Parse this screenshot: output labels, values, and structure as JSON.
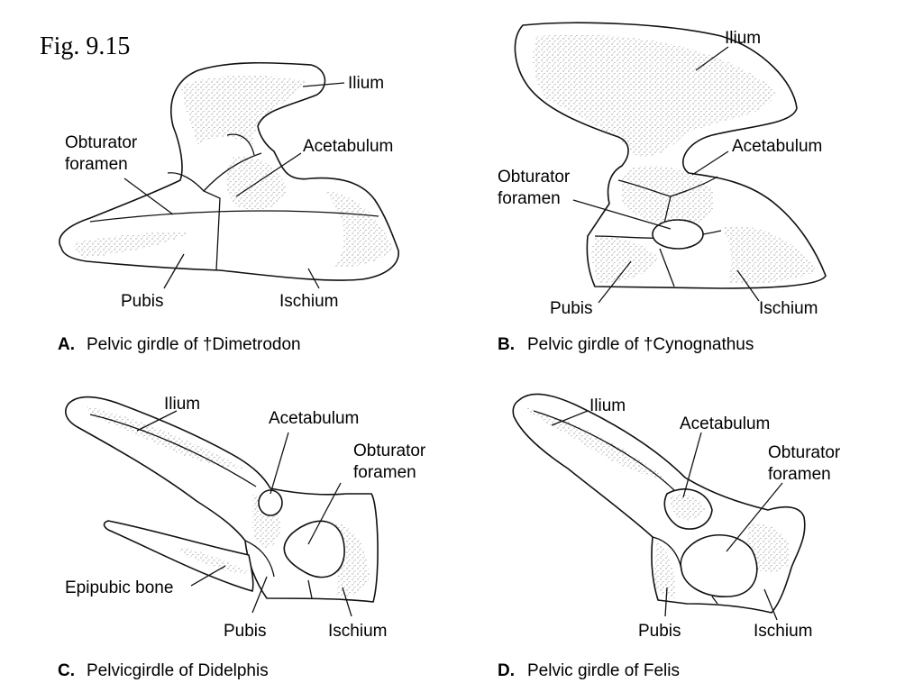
{
  "figure_title": "Fig. 9.15",
  "panels": {
    "a": {
      "letter": "A.",
      "caption": "Pelvic girdle of †Dimetrodon",
      "labels": {
        "ilium": "Ilium",
        "obturator_1": "Obturator",
        "obturator_2": "foramen",
        "acetabulum": "Acetabulum",
        "pubis": "Pubis",
        "ischium": "Ischium"
      }
    },
    "b": {
      "letter": "B.",
      "caption": "Pelvic girdle of †Cynognathus",
      "labels": {
        "ilium": "Ilium",
        "acetabulum": "Acetabulum",
        "obturator_1": "Obturator",
        "obturator_2": "foramen",
        "pubis": "Pubis",
        "ischium": "Ischium"
      }
    },
    "c": {
      "letter": "C.",
      "caption": "Pelvicgirdle of Didelphis",
      "labels": {
        "ilium": "Ilium",
        "acetabulum": "Acetabulum",
        "obturator_1": "Obturator",
        "obturator_2": "foramen",
        "epipubic": "Epipubic bone",
        "pubis": "Pubis",
        "ischium": "Ischium"
      }
    },
    "d": {
      "letter": "D.",
      "caption": "Pelvic girdle of Felis",
      "labels": {
        "ilium": "Ilium",
        "acetabulum": "Acetabulum",
        "obturator_1": "Obturator",
        "obturator_2": "foramen",
        "pubis": "Pubis",
        "ischium": "Ischium"
      }
    }
  }
}
